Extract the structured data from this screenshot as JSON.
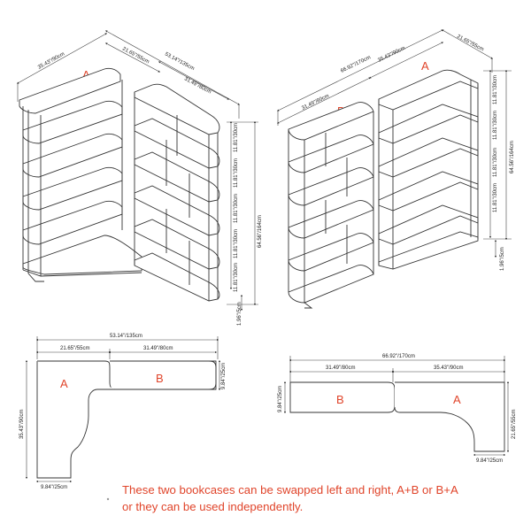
{
  "labels": {
    "a": "A",
    "b": "B"
  },
  "top_left": {
    "d_355": "35.43\"/90cm",
    "d_2165": "21.65\"/55cm",
    "d_5314": "53.14\"/135cm",
    "d_3149": "31.49\"/80cm",
    "d_1181_1": "11.81\"/30cm",
    "d_1181_2": "11.81\"/30cm",
    "d_1181_3": "11.81\"/30cm",
    "d_1181_4": "11.81\"/30cm",
    "d_1181_5": "11.81\"/30cm",
    "d_6456": "64.56\"/164cm",
    "d_196": "1.96\"/5cm"
  },
  "top_right": {
    "d_6692": "66.92\"/170cm",
    "d_3543": "35.43\"/90cm",
    "d_2165": "21.65\"/55cm",
    "d_3149": "31.49\"/80cm",
    "d_1181_1": "11.81\"/30cm",
    "d_1181_2": "11.81\"/30cm",
    "d_1181_3": "11.81\"/30cm",
    "d_1181_4": "11.81\"/30cm",
    "d_6456": "64.56\"/164cm",
    "d_196": "1.96\"/5cm"
  },
  "bottom_left": {
    "d_5314": "53.14\"/135cm",
    "d_2165": "21.65\"/55cm",
    "d_3149": "31.49\"/80cm",
    "d_984a": "9.84\"/25cm",
    "d_3543": "35.43\"/90cm",
    "d_984b": "9.84\"/25cm"
  },
  "bottom_right": {
    "d_6692": "66.92\"/170cm",
    "d_3149": "31.49\"/80cm",
    "d_3543": "35.43\"/90cm",
    "d_984a": "9.84\"/25cm",
    "d_2165": "21.65\"/55cm",
    "d_984b": "9.84\"/25cm"
  },
  "caption": {
    "line1": "These two bookcases can be swapped left and right, A+B or B+A",
    "line2": "or they can be used independently."
  }
}
